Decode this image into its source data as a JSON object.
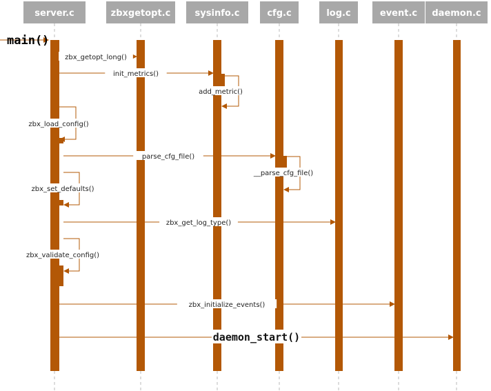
{
  "lifelines": [
    {
      "id": "server",
      "label": "server.c"
    },
    {
      "id": "zbxgetopt",
      "label": "zbxgetopt.c"
    },
    {
      "id": "sysinfo",
      "label": "sysinfo.c"
    },
    {
      "id": "cfg",
      "label": "cfg.c"
    },
    {
      "id": "log",
      "label": "log.c"
    },
    {
      "id": "event",
      "label": "event.c"
    },
    {
      "id": "daemon",
      "label": "daemon.c"
    }
  ],
  "entry_call": "main()",
  "messages": [
    {
      "label": "zbx_getopt_long()",
      "from": "server",
      "to": "zbxgetopt"
    },
    {
      "label": "init_metrics()",
      "from": "server",
      "to": "sysinfo"
    },
    {
      "label": "add_metric()",
      "from": "sysinfo",
      "to": "sysinfo"
    },
    {
      "label": "zbx_load_config()",
      "from": "server",
      "to": "server"
    },
    {
      "label": "parse_cfg_file()",
      "from": "server",
      "to": "cfg"
    },
    {
      "label": "__parse_cfg_file()",
      "from": "cfg",
      "to": "cfg"
    },
    {
      "label": "zbx_set_defaults()",
      "from": "server",
      "to": "server"
    },
    {
      "label": "zbx_get_log_type()",
      "from": "server",
      "to": "log"
    },
    {
      "label": "zbx_validate_config()",
      "from": "server",
      "to": "server"
    },
    {
      "label": "zbx_initialize_events()",
      "from": "server",
      "to": "event"
    },
    {
      "label": "daemon_start()",
      "from": "server",
      "to": "daemon"
    }
  ],
  "colors": {
    "bar": "#b35806",
    "header": "#a8a8a8",
    "lifeline": "#b8b8b8"
  }
}
